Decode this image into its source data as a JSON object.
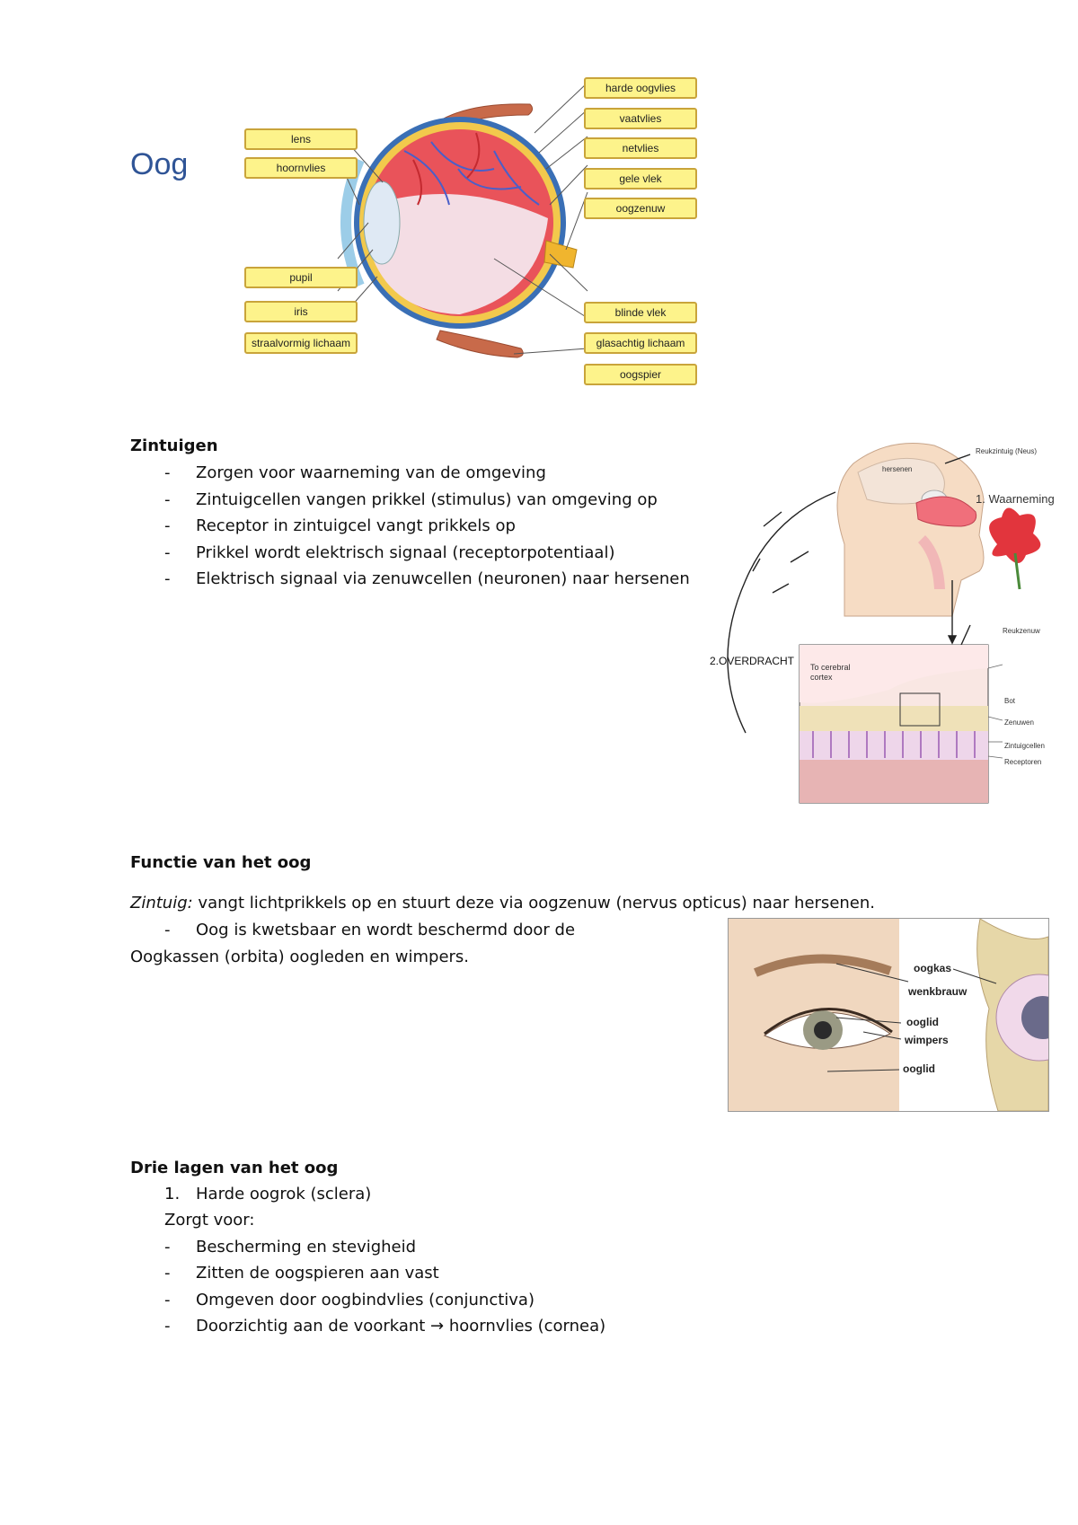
{
  "doc": {
    "title": "Oog",
    "eye_diagram_labels": {
      "left": [
        "lens",
        "hoornvlies",
        "pupil",
        "iris",
        "straalvormig lichaam"
      ],
      "right": [
        "harde oogvlies",
        "vaatvlies",
        "netvlies",
        "gele vlek",
        "oogzenuw",
        "blinde vlek",
        "glasachtig lichaam",
        "oogspier"
      ]
    },
    "zintuigen": {
      "heading": "Zintuigen",
      "bullets": [
        "Zorgen voor waarneming van de omgeving",
        "Zintuigcellen vangen prikkel (stimulus) van omgeving op",
        "Receptor in zintuigcel vangt prikkels op",
        "Prikkel wordt elektrisch signaal (receptorpotentiaal)",
        "Elektrisch signaal via zenuwcellen (neuronen) naar hersenen"
      ]
    },
    "smell_diagram": {
      "waarneming": "1. Waarneming",
      "overdracht": "2.OVERDRACHT",
      "cortex": "To cerebral cortex",
      "small": [
        "Reukzintuig (Neus)",
        "hersenen",
        "Reukzenuw",
        "Bot",
        "Zenuwen",
        "Zintuigcellen",
        "Receptoren"
      ]
    },
    "functie": {
      "heading": "Functie van het oog",
      "term": "Zintuig:",
      "text": " vangt lichtprikkels op en stuurt deze via oogzenuw (nervus opticus) naar hersenen.",
      "bullet": "Oog is kwetsbaar en wordt beschermd door de",
      "continuation": "Oogkassen (orbita) oogleden en wimpers."
    },
    "face_labels": [
      "oogkas",
      "wenkbrauw",
      "ooglid",
      "wimpers",
      "ooglid"
    ],
    "lagen": {
      "heading": "Drie lagen van het oog",
      "item1": "Harde oogrok (sclera)",
      "item1_num": "1.",
      "sub": "Zorgt voor:",
      "bullets": [
        "Bescherming en stevigheid",
        "Zitten de oogspieren aan vast",
        "Omgeven door oogbindvlies (conjunctiva)",
        "Doorzichtig aan de voorkant → hoornvlies (cornea)"
      ]
    },
    "dash": "-"
  }
}
